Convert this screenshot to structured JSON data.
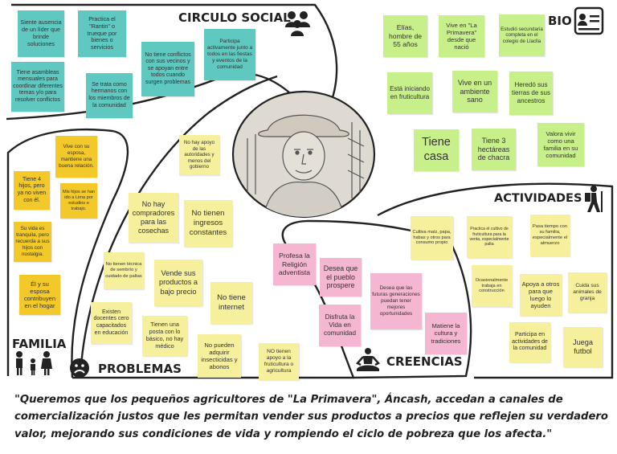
{
  "sections": {
    "circulo_social": "CIRCULO SOCIAL",
    "bio": "BIO",
    "actividades": "ACTIVIDADES",
    "familia": "FAMILIA",
    "problemas": "PROBLEMAS",
    "creencias": "CREENCIAS"
  },
  "icons": {
    "circulo_social": "group-icon",
    "bio": "id-card-icon",
    "actividades": "hiker-icon",
    "familia": "family-icon",
    "problemas": "sad-face-icon",
    "creencias": "meditation-icon",
    "portrait": "farmer-portrait"
  },
  "colors": {
    "teal": "#5ec8c1",
    "yellow": "#f6ef9b",
    "gold": "#f2c928",
    "green": "#c8f08a",
    "pink": "#f4b6d0"
  },
  "notes": {
    "circulo_social": [
      "Siente ausencia de un líder que brinde soluciones",
      "Practica el \"Rantin\" o trueque por bienes o servicios",
      "No tiene conflictos con sus vecinos y se apoyan entre todos cuando surgen problemas",
      "Participa activamente junto a todos en las fiestas y eventos de la comunidad",
      "Tiene asambleas mensuales para coordinar diferentes temas y/o para resolver conflictos",
      "Se trata como hermanos con los miembros de la comunidad"
    ],
    "bio": [
      "Elías, hombre de 55 años",
      "Vive en \"La Primavera\" desde que nació",
      "Estudió secundaria completa en el colegio de Llaclla",
      "Está iniciando en fruticultura",
      "Vive en un ambiente sano",
      "Heredó sus tierras de sus ancestros",
      "Tiene casa",
      "Tiene 3 hectáreas de chacra",
      "Valora vivir como una familia en su comunidad"
    ],
    "familia": [
      "Vive con su esposa, mantiene una buena relación.",
      "Tiene 4 hijos, pero ya no viven con él.",
      "Mis hijos se han ido a Lima por estudios o trabajo.",
      "Su vida es tranquila, pero recuerda a sus hijos con nostalgia.",
      "Él y su esposa contribuyen en el hogar"
    ],
    "problemas": [
      "No hay apoyo de las autoridades y menos del gobierno",
      "No hay compradores para las cosechas",
      "No tienen ingresos constantes",
      "No tienen técnica de sembrío y cuidado de paltas",
      "Vende sus productos a bajo precio",
      "No tiene internet",
      "Existen docentes cero capacitados en educación",
      "Tienen una posta con lo básico, no hay médico",
      "No pueden adquirir insecticidas y abonos",
      "NO tienen apoyo a la fruticultura o agricultura"
    ],
    "actividades": [
      "Cultiva maíz, papa, habas y otros para consumo propio",
      "Practica el cultivo de fruticultura para la venta, especialmente palta",
      "Pasa tiempo con su familia, especialmente el almuerzo",
      "Ocasionalmente trabaja en construcción",
      "Apoya a otros para que luego lo ayuden",
      "Cuida sus animales de granja",
      "Participa en actividades de la comunidad",
      "Juega futbol"
    ],
    "creencias": [
      "Profesa la Religión adventista",
      "Desea que el pueblo prospere",
      "Desea que las futuras generaciones puedan tener mejores oportunidades",
      "Disfruta la Vida en comunidad",
      "Matiene la cultura y tradiciones"
    ]
  },
  "quote": "\"Queremos que los pequeños agricultores de \"La Primavera\", Áncash, accedan a canales de comercialización justos que les permitan vender sus productos a precios que reflejen su verdadero valor, mejorando sus condiciones de vida y rompiendo el ciclo de pobreza que los afecta.\""
}
